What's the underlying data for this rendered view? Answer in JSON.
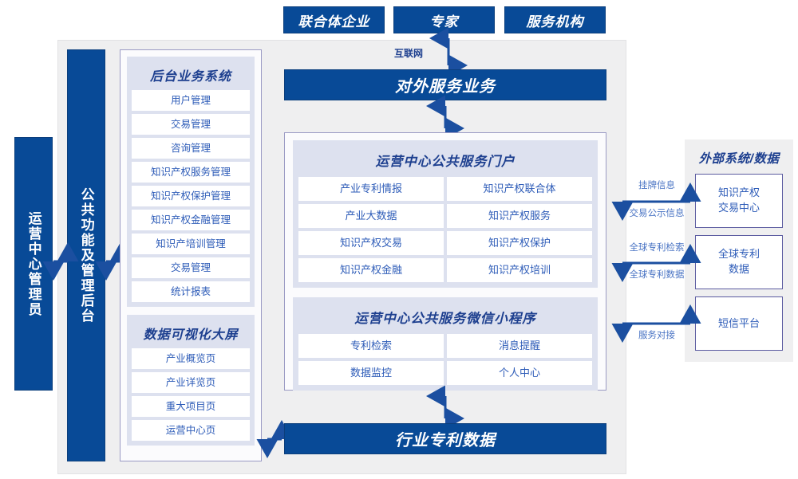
{
  "diagram": {
    "title_roles": [
      {
        "label": "联合体企业"
      },
      {
        "label": "专家"
      },
      {
        "label": "服务机构"
      }
    ],
    "internet_label": "互联网",
    "external_service_bar": "对外服务业务",
    "industry_data_bar": "行业专利数据",
    "left_actors": [
      {
        "label": "运营中心管理员"
      },
      {
        "label": "公共功能及管理后台"
      }
    ],
    "backoffice": {
      "title": "后台业务系统",
      "items": [
        "用户管理",
        "交易管理",
        "咨询管理",
        "知识产权服务管理",
        "知识产权保护管理",
        "知识产权金融管理",
        "知识产培训管理",
        "交易管理",
        "统计报表"
      ]
    },
    "dataviz": {
      "title": "数据可视化大屏",
      "items": [
        "产业概览页",
        "产业详览页",
        "重大项目页",
        "运营中心页"
      ]
    },
    "portal": {
      "title": "运营中心公共服务门户",
      "items": [
        "产业专利情报",
        "知识产权联合体",
        "产业大数据",
        "知识产权服务",
        "知识产权交易",
        "知识产权保护",
        "知识产权金融",
        "知识产权培训"
      ]
    },
    "miniprogram": {
      "title": "运营中心公共服务微信小程序",
      "items": [
        "专利检索",
        "消息提醒",
        "数据监控",
        "个人中心"
      ]
    },
    "external": {
      "title": "外部系统/数据",
      "boxes": [
        {
          "label": "知识产权\n交易中心"
        },
        {
          "label": "全球专利\n数据"
        },
        {
          "label": "短信平台"
        }
      ],
      "connections": [
        {
          "above": "挂牌信息",
          "below": "交易公示信息"
        },
        {
          "above": "全球专利检索",
          "below": "全球专利数据"
        },
        {
          "above": "",
          "below": "服务对接"
        }
      ]
    },
    "colors": {
      "brand_blue": "#084a97",
      "panel_lavender": "#dde1ef",
      "frame_gray": "#efeff0",
      "cell_text": "#2e5cb8",
      "title_blue": "#1d3f8f",
      "arrow_blue": "#1b4fa0"
    }
  }
}
